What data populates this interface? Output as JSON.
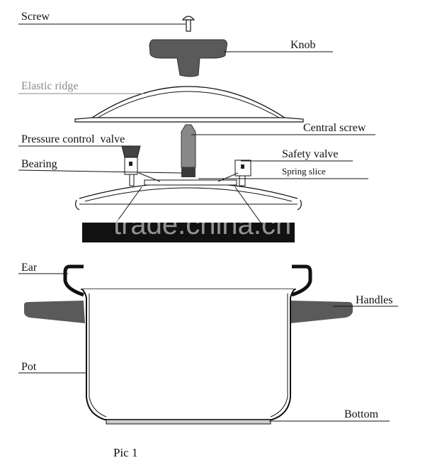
{
  "labels": {
    "screw": "Screw",
    "knob": "Knob",
    "elastic_ridge": "Elastic ridge",
    "central_screw": "Central screw",
    "pressure_control_valve": "Pressure control  valve",
    "safety_valve": "Safety valve",
    "bearing": "Bearing",
    "spring_slice": "Spring slice",
    "ear": "Ear",
    "handles": "Handles",
    "pot": "Pot",
    "bottom": "Bottom"
  },
  "caption": "Pic 1",
  "watermark": "trade.china.cn",
  "colors": {
    "part_fill": "#5a5a5a",
    "line": "#111111",
    "leader_gray": "#8a8a8a"
  }
}
